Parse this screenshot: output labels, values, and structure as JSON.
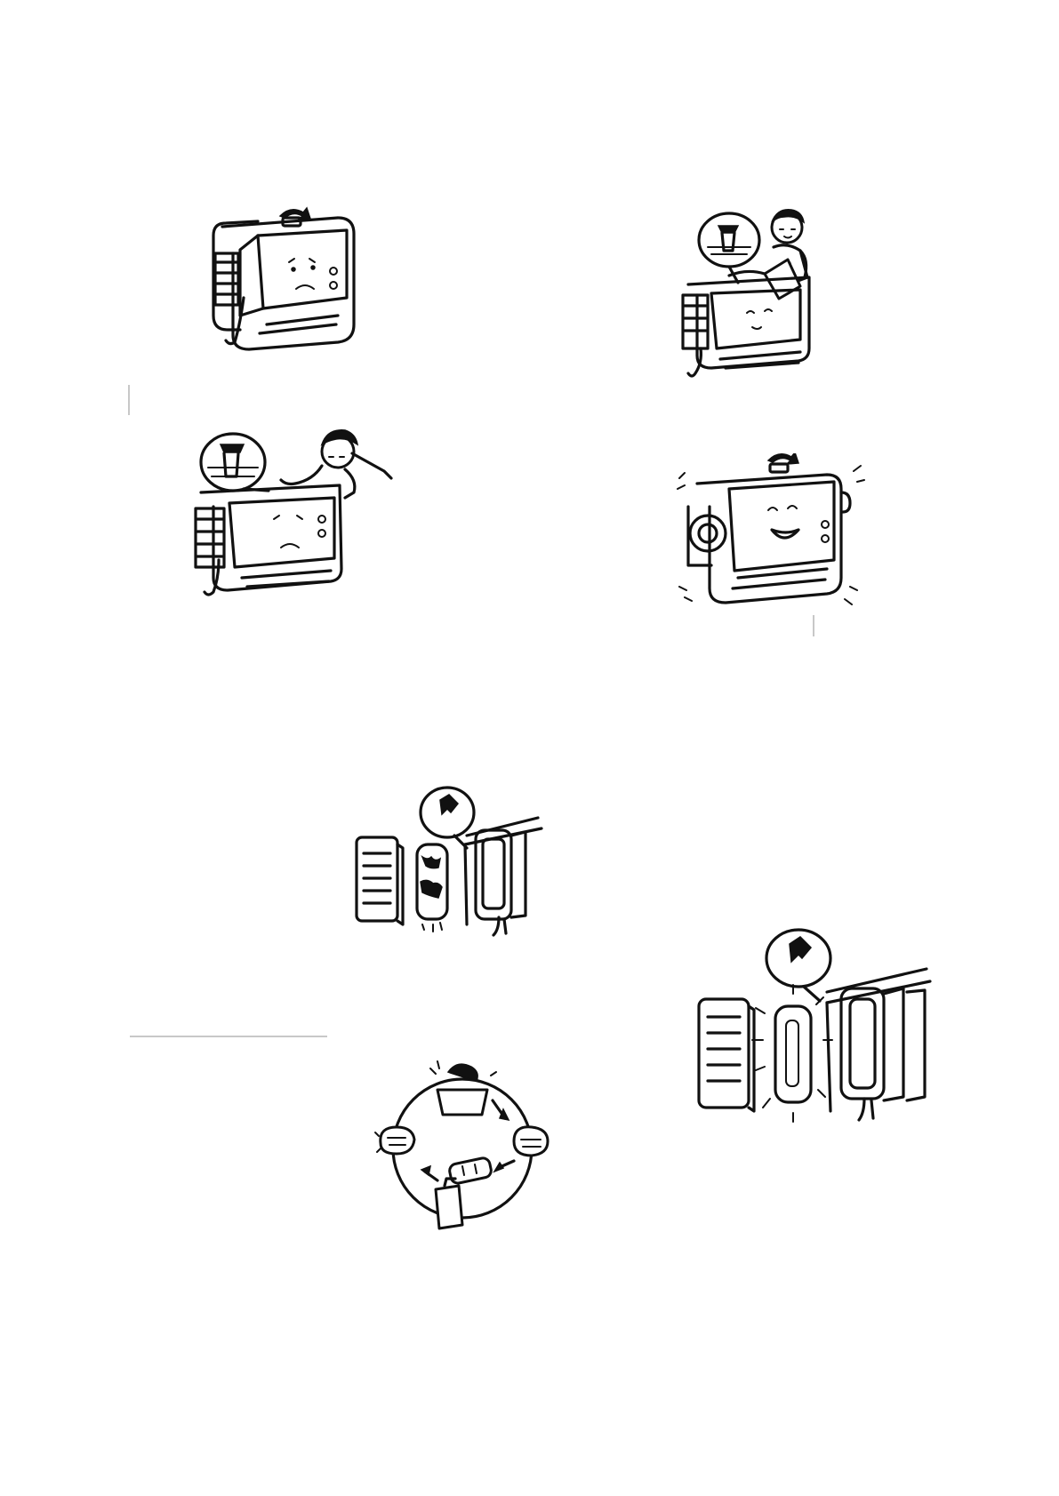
{
  "page": {
    "background": "#ffffff",
    "ink_color": "#111111"
  },
  "illustrations": [
    {
      "id": "generator-fuel-cap-open",
      "icon": "generator-sad-icon"
    },
    {
      "id": "person-filling-fuel",
      "icon": "person-pouring-fuel-icon"
    },
    {
      "id": "person-checking-fuel-level",
      "icon": "person-checking-tank-icon"
    },
    {
      "id": "generator-running-happy",
      "icon": "generator-happy-icon"
    },
    {
      "id": "air-filter-dirty",
      "icon": "dirty-air-filter-icon"
    },
    {
      "id": "air-filter-cleaning-cycle",
      "icon": "filter-cleaning-cycle-icon"
    },
    {
      "id": "air-filter-clean",
      "icon": "clean-air-filter-icon"
    }
  ]
}
